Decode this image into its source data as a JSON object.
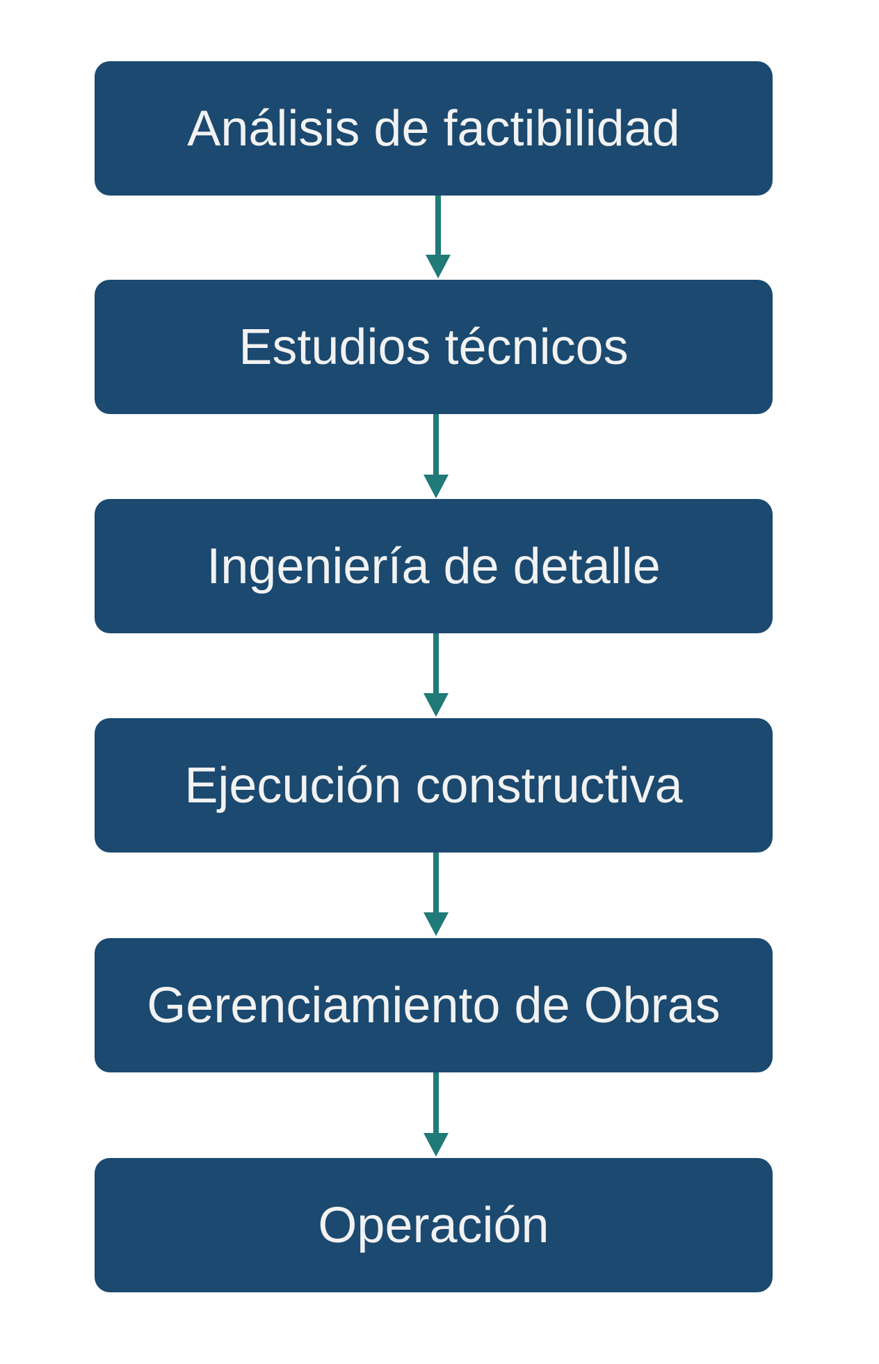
{
  "diagram": {
    "steps": [
      {
        "label": "Análisis de factibilidad"
      },
      {
        "label": "Estudios técnicos"
      },
      {
        "label": "Ingeniería de detalle"
      },
      {
        "label": "Ejecución constructiva"
      },
      {
        "label": "Gerenciamiento de Obras"
      },
      {
        "label": "Operación"
      }
    ],
    "colors": {
      "box_fill": "#1b496f",
      "box_text": "#f2f2f2",
      "arrow": "#1f7a78",
      "background": "#ffffff"
    }
  }
}
